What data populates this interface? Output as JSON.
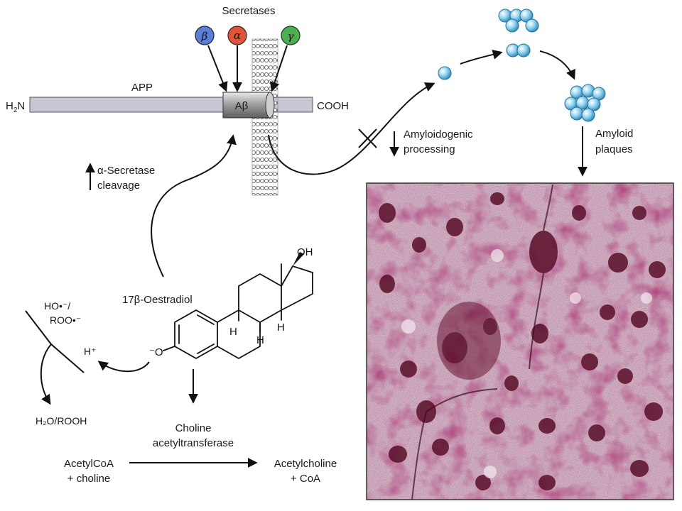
{
  "secretases": {
    "title": "Secretases",
    "beta": {
      "symbol": "β",
      "color": "#5b7fd6"
    },
    "alpha": {
      "symbol": "α",
      "color": "#e0553a"
    },
    "gamma": {
      "symbol": "γ",
      "color": "#4caf50"
    }
  },
  "app": {
    "label": "APP",
    "n_terminus": "H",
    "n_sub": "2",
    "n_rest": "N",
    "c_terminus": "COOH",
    "abeta": "Aβ",
    "bar_color": "#c9c5d3"
  },
  "pathways": {
    "amyloidogenic": [
      "Amyloidogenic",
      "processing"
    ],
    "alpha_cleavage": [
      "α-Secretase",
      "cleavage"
    ],
    "amyloid_plaques": [
      "Amyloid",
      "plaques"
    ]
  },
  "molecule": {
    "name": "17β-Oestradiol",
    "oh": "OH",
    "h": "H",
    "o_minus": "⁻O"
  },
  "radicals": {
    "ho_roo_1": "HO•⁻/",
    "ho_roo_2": "ROO•⁻",
    "h_plus": "H⁺",
    "product": "H₂O/ROOH"
  },
  "enzyme": [
    "Choline",
    "acetyltransferase"
  ],
  "reaction": {
    "substrate": [
      "AcetylCoA",
      "+ choline"
    ],
    "product": [
      "Acetylcholine",
      "+ CoA"
    ]
  },
  "colors": {
    "sphere": "#8ed3f0",
    "sphere_edge": "#2a6f96",
    "tissue_bg": "#c9a6b8",
    "tissue_dark": "#8b1d3f"
  }
}
